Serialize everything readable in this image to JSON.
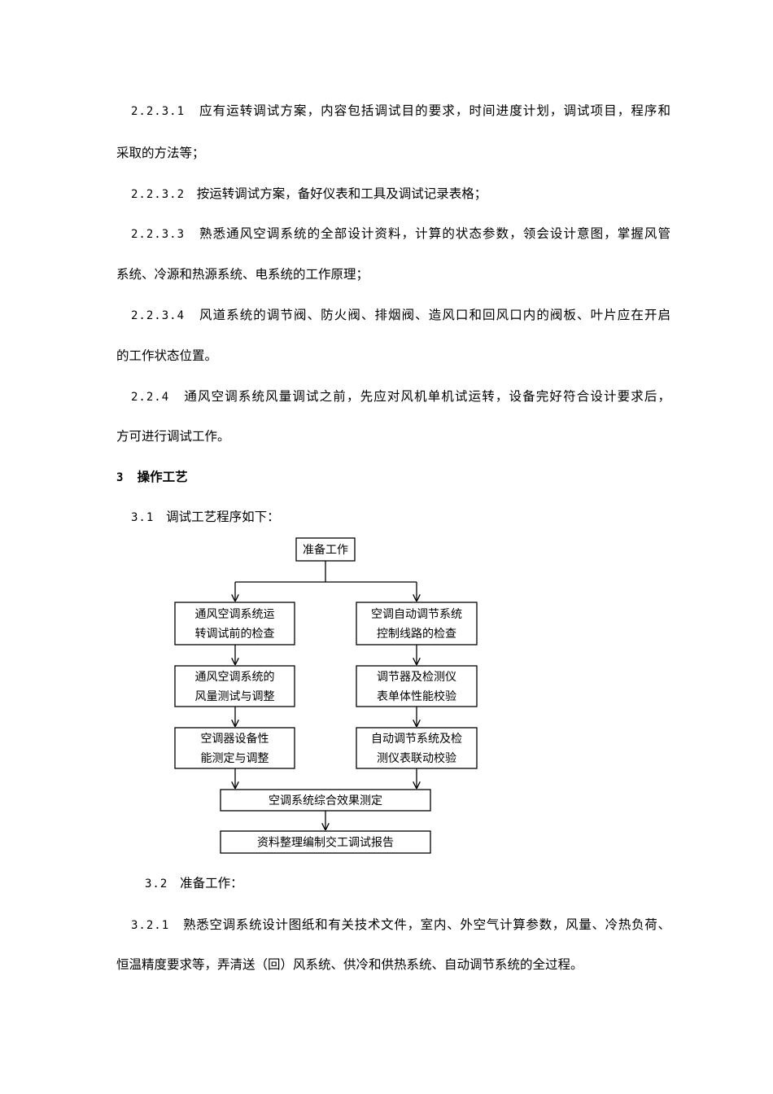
{
  "paragraphs": [
    {
      "num": "2.2.3.1",
      "text": "应有运转调试方案，内容包括调试目的要求，时间进度计划，调试项目，程序和",
      "cont": "采取的方法等；"
    },
    {
      "num": "2.2.3.2",
      "text": "按运转调试方案，备好仪表和工具及调试记录表格；",
      "cont": ""
    },
    {
      "num": "2.2.3.3",
      "text": "熟悉通风空调系统的全部设计资料，计算的状态参数，领会设计意图，掌握风管",
      "cont": "系统、冷源和热源系统、电系统的工作原理；"
    },
    {
      "num": "2.2.3.4",
      "text": "风道系统的调节阀、防火阀、排烟阀、造风口和回风口内的阀板、叶片应在开启",
      "cont": "的工作状态位置。"
    },
    {
      "num": "2.2.4",
      "text": "通风空调系统风量调试之前，先应对风机单机试运转，设备完好符合设计要求后，",
      "cont": "方可进行调试工作。"
    }
  ],
  "section": {
    "num": "3",
    "title": "操作工艺"
  },
  "sub31": {
    "num": "3.1",
    "text": "调试工艺程序如下："
  },
  "flowchart": {
    "nodes": [
      {
        "id": "n0",
        "lines": [
          "准备工作"
        ]
      },
      {
        "id": "n1",
        "lines": [
          "通风空调系统运",
          "转调试前的检查"
        ]
      },
      {
        "id": "n2",
        "lines": [
          "空调自动调节系统",
          "控制线路的检查"
        ]
      },
      {
        "id": "n3",
        "lines": [
          "通风空调系统的",
          "风量测试与调整"
        ]
      },
      {
        "id": "n4",
        "lines": [
          "调节器及检测仪",
          "表单体性能校验"
        ]
      },
      {
        "id": "n5",
        "lines": [
          "空调器设备性",
          "能测定与调整"
        ]
      },
      {
        "id": "n6",
        "lines": [
          "自动调节系统及检",
          "测仪表联动校验"
        ]
      },
      {
        "id": "n7",
        "lines": [
          "空调系统综合效果测定"
        ]
      },
      {
        "id": "n8",
        "lines": [
          "资料整理编制交工调试报告"
        ]
      }
    ]
  },
  "sub32": {
    "num": "3.2",
    "text": "准备工作："
  },
  "p321": {
    "num": "3.2.1",
    "text": "熟悉空调系统设计图纸和有关技术文件，室内、外空气计算参数，风量、冷热负荷、",
    "cont": "恒温精度要求等，弄清送（回）风系统、供冷和供热系统、自动调节系统的全过程。"
  }
}
